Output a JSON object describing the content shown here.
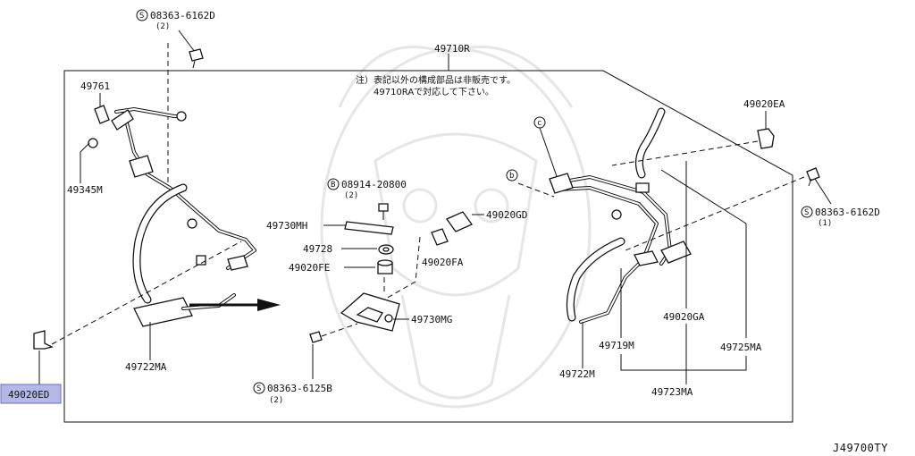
{
  "diagram_code": "J49700TY",
  "note": {
    "line1": "注）表記以外の構成部品は非販売です。",
    "line2": "49710RAで対応して下さい。"
  },
  "assembly": {
    "main_part": "49710R",
    "sub_assembly": "49723MA"
  },
  "callouts": {
    "s": "S",
    "b": "B",
    "c": "c",
    "b_lower": "b"
  },
  "parts": {
    "bolt_top": {
      "number": "08363-6162D",
      "qty": "(2)"
    },
    "p49761": "49761",
    "p49345m": "49345M",
    "p49722ma": "49722MA",
    "p49020ed": "49020ED",
    "bolt_b": {
      "number": "08914-20800",
      "qty": "(2)"
    },
    "p49730mh": "49730MH",
    "p49728": "49728",
    "p49020fe": "49020FE",
    "p49020gd": "49020GD",
    "p49020fa": "49020FA",
    "p49730mg": "49730MG",
    "bolt_bottom": {
      "number": "08363-6125B",
      "qty": "(2)"
    },
    "p49020ea": "49020EA",
    "bolt_right": {
      "number": "08363-6162D",
      "qty": "(1)"
    },
    "p49020ga": "49020GA",
    "p49719m": "49719M",
    "p49725ma": "49725MA",
    "p49722m": "49722M"
  },
  "highlight": {
    "part": "49020ED",
    "color": "#b3b8e6"
  }
}
